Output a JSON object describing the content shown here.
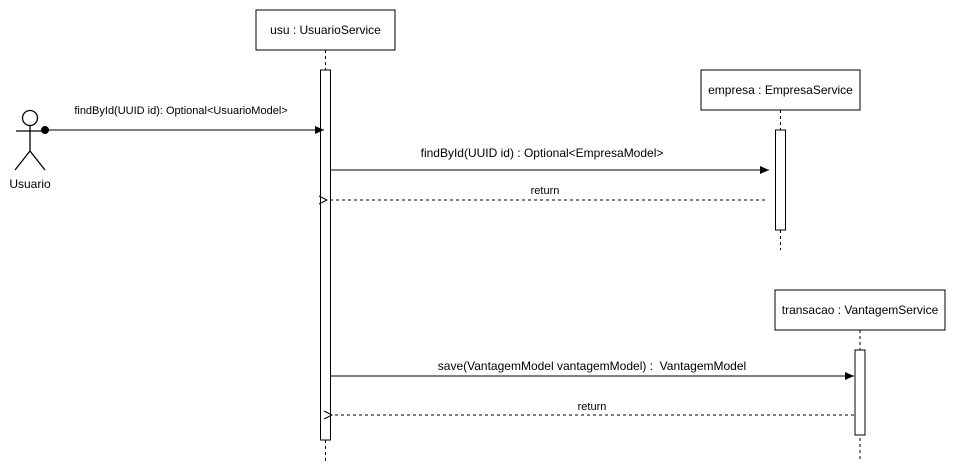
{
  "actor": {
    "name": "Usuario"
  },
  "participants": {
    "usu": "usu : UsuarioService",
    "empresa": "empresa : EmpresaService",
    "transacao": "transacao : VantagemService"
  },
  "messages": {
    "m1": "findById(UUID id): Optional<UsuarioModel>",
    "m2": "findById(UUID id) : Optional<EmpresaModel>",
    "r1": "return",
    "m3": "save(VantagemModel vantagemModel) :  VantagemModel",
    "r2": "return"
  },
  "colors": {
    "stroke": "#000000",
    "background": "#ffffff"
  }
}
